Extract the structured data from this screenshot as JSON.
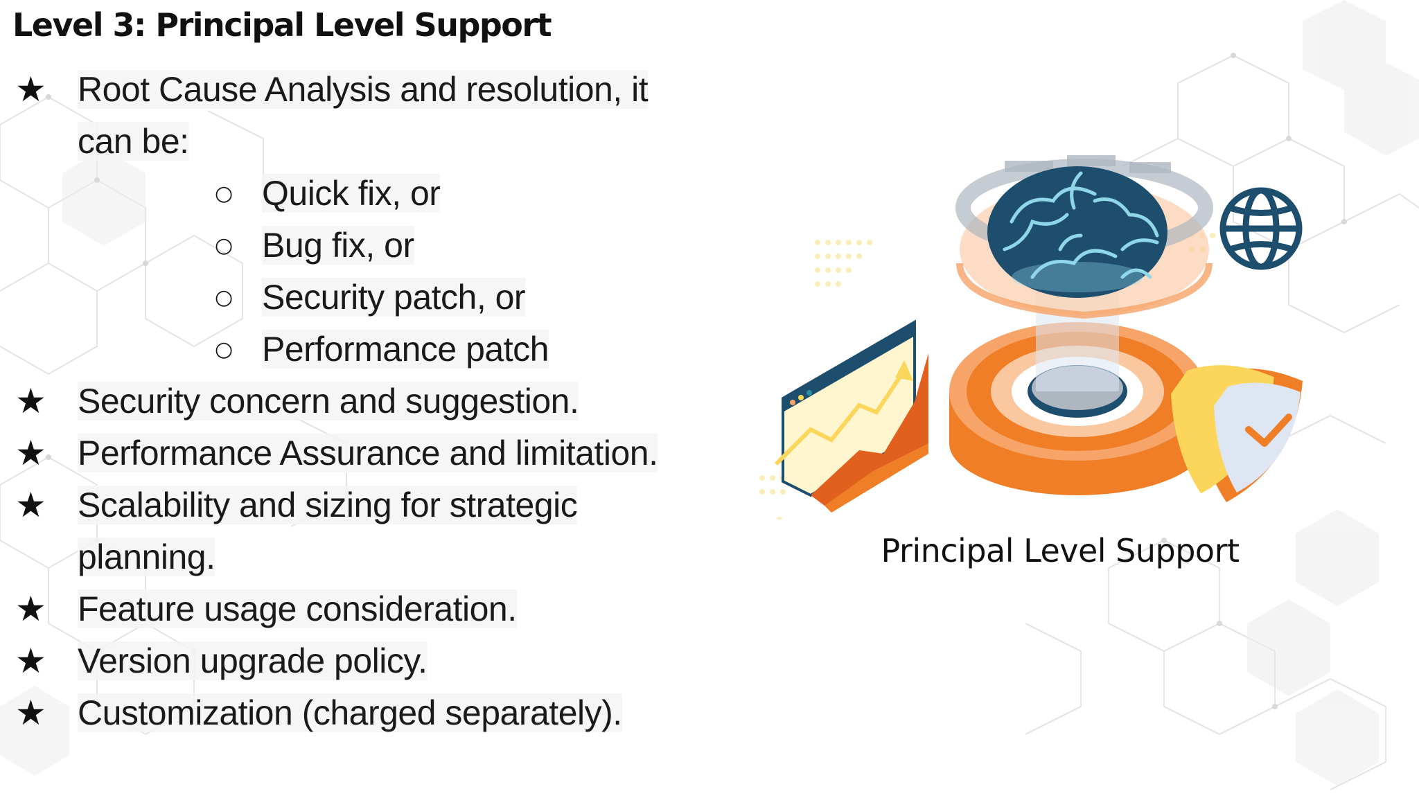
{
  "slide": {
    "title": "Level 3: Principal Level Support",
    "bullet_symbol": "★",
    "sub_bullet_symbol": "○",
    "bullets": [
      {
        "text": "Root Cause Analysis and resolution, it can be:",
        "sub_items": [
          {
            "text": "Quick fix, or"
          },
          {
            "text": "Bug fix, or"
          },
          {
            "text": "Security patch, or"
          },
          {
            "text": "Performance patch"
          }
        ]
      },
      {
        "text": "Security concern and suggestion."
      },
      {
        "text": "Performance Assurance and limitation."
      },
      {
        "text": "Scalability and sizing for strategic planning."
      },
      {
        "text": "Feature usage consideration."
      },
      {
        "text": "Version upgrade policy."
      },
      {
        "text": "Customization (charged separately)."
      }
    ],
    "illustration": {
      "caption": "Principal Level Support",
      "icons": [
        "brain-icon",
        "growth-chart-icon",
        "globe-icon",
        "shield-check-icon",
        "platform-ring-icon"
      ],
      "colors": {
        "orange": "#F07E26",
        "dark_orange": "#E2601E",
        "light_orange": "#F6A468",
        "navy": "#1E4E6E",
        "teal": "#2F8FA8",
        "cyan": "#8FD6E8",
        "yellow": "#FBD65A",
        "cream": "#FFF6CF",
        "grey": "#AEB6C0",
        "shield_blue": "#DDE6F2"
      }
    },
    "background": {
      "pattern": "hexagon-network",
      "color": "#FFFFFF",
      "pattern_color": "#E6E6E6"
    }
  }
}
